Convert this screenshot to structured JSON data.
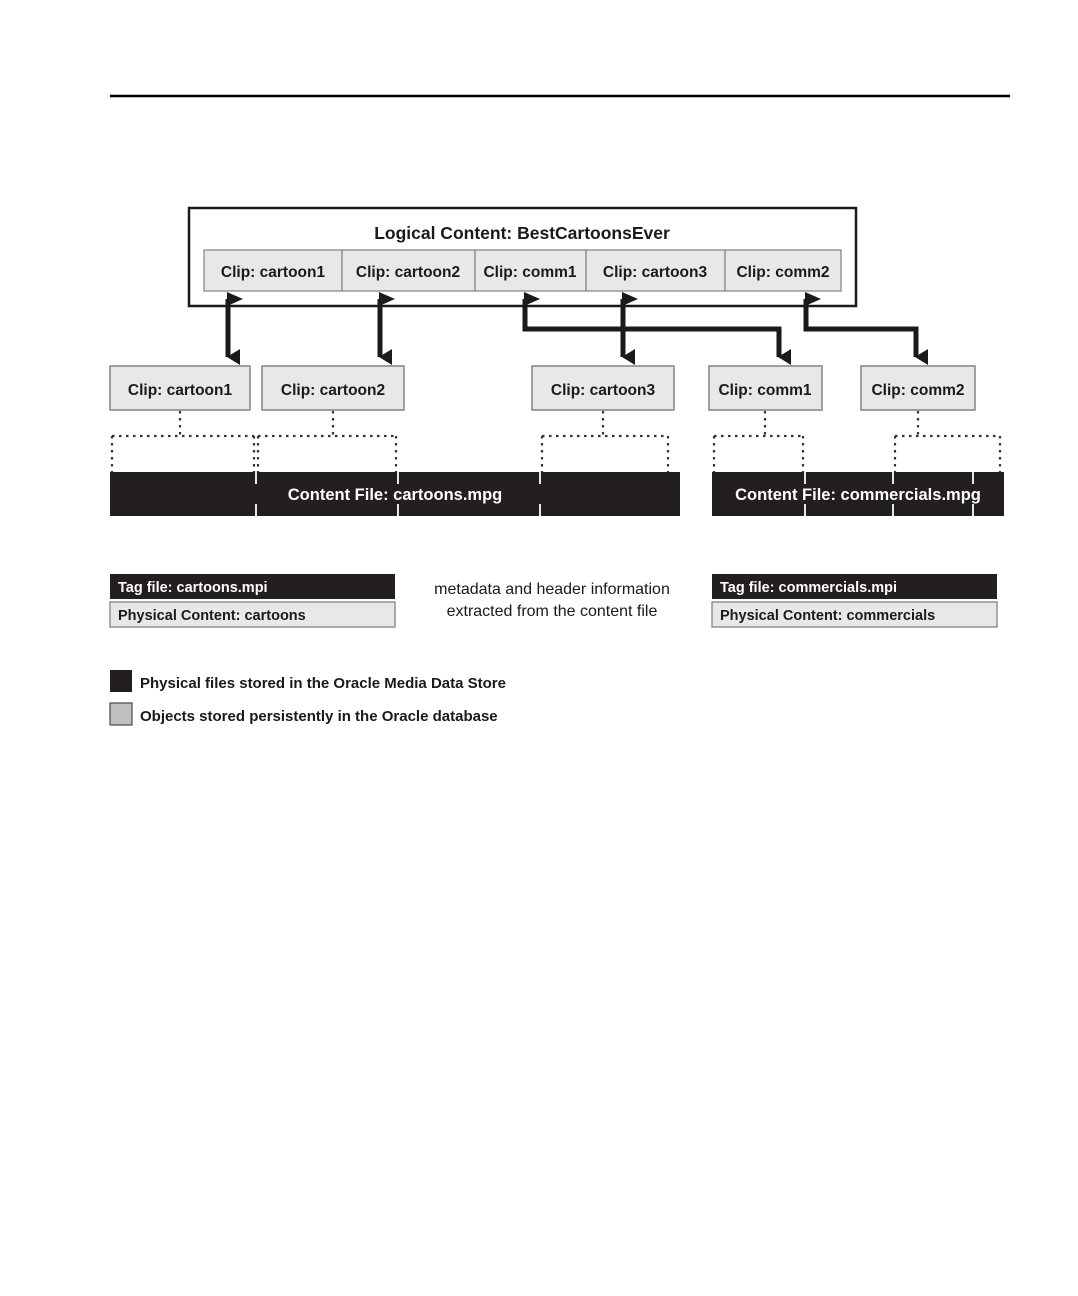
{
  "page": {
    "background": "#ffffff",
    "rule_color": "#000000",
    "dark_fill": "#231f20",
    "light_fill": "#e8e8e8",
    "legend_light_fill": "#c0c0c0",
    "box_stroke": "#808080",
    "connector_color": "#1a1a1a",
    "dotted_color": "#333333"
  },
  "logical_content": {
    "title": "Logical Content: BestCartoonsEver",
    "clips": [
      {
        "label": "Clip: cartoon1"
      },
      {
        "label": "Clip: cartoon2"
      },
      {
        "label": "Clip: comm1"
      },
      {
        "label": "Clip: cartoon3"
      },
      {
        "label": "Clip: comm2"
      }
    ]
  },
  "physical_clips": [
    {
      "label": "Clip: cartoon1"
    },
    {
      "label": "Clip: cartoon2"
    },
    {
      "label": "Clip: cartoon3"
    },
    {
      "label": "Clip: comm1"
    },
    {
      "label": "Clip: comm2"
    }
  ],
  "content_files": [
    {
      "label": "Content File: cartoons.mpg"
    },
    {
      "label": "Content File:  commercials.mpg"
    }
  ],
  "tag_files": [
    {
      "label": "Tag file: cartoons.mpi"
    },
    {
      "label": "Tag file: commercials.mpi"
    }
  ],
  "physical_content": [
    {
      "label": "Physical Content: cartoons"
    },
    {
      "label": "Physical Content: commercials"
    }
  ],
  "annotation": {
    "line1": "metadata and header information",
    "line2": "extracted from the content file"
  },
  "legend": [
    {
      "swatch": "dark",
      "label": "Physical files stored in the Oracle Media Data Store"
    },
    {
      "swatch": "light",
      "label": "Objects stored persistently in the Oracle database"
    }
  ]
}
